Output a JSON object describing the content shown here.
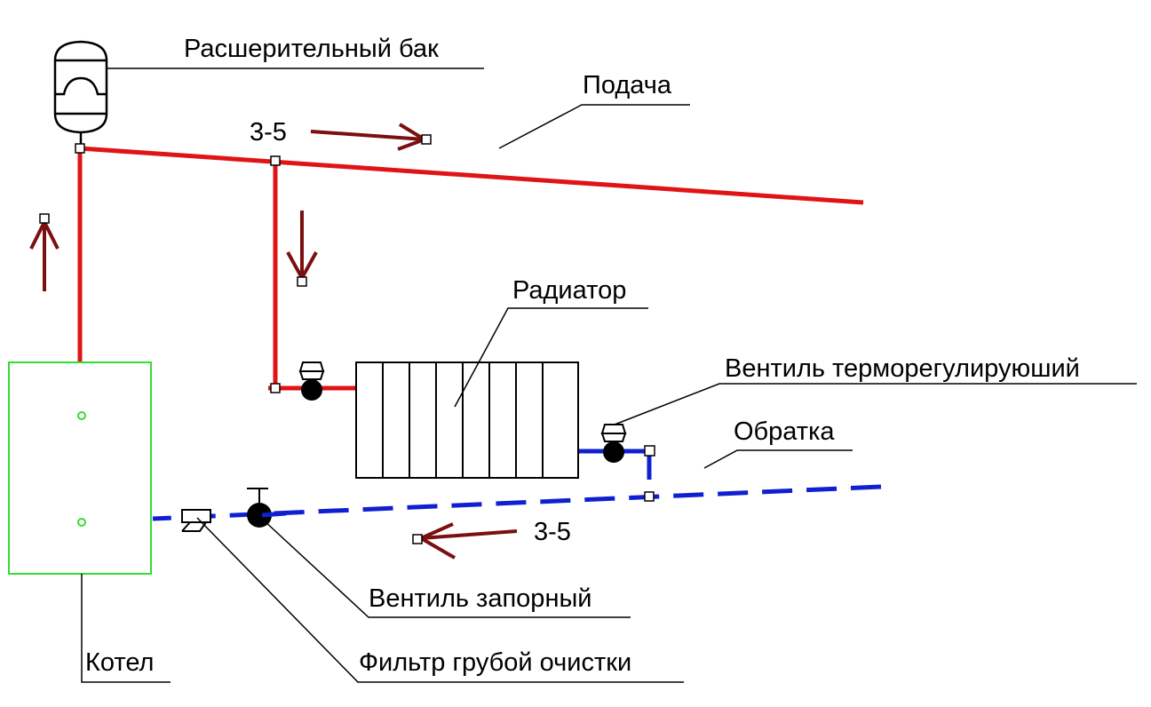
{
  "labels": {
    "expansion_tank": "Расшерительный бак",
    "supply": "Подача",
    "radiator": "Радиатор",
    "thermo_valve": "Вентиль терморегулируюший",
    "return": "Обратка",
    "shutoff_valve": "Вентиль запорный",
    "filter": "Фильтр грубой очистки",
    "boiler": "Котел",
    "slope_supply": "3-5",
    "slope_return": "3-5"
  },
  "colors": {
    "supply": "#e01414",
    "return": "#1020d0",
    "arrow": "#7a1010",
    "boiler": "#33dd33"
  }
}
